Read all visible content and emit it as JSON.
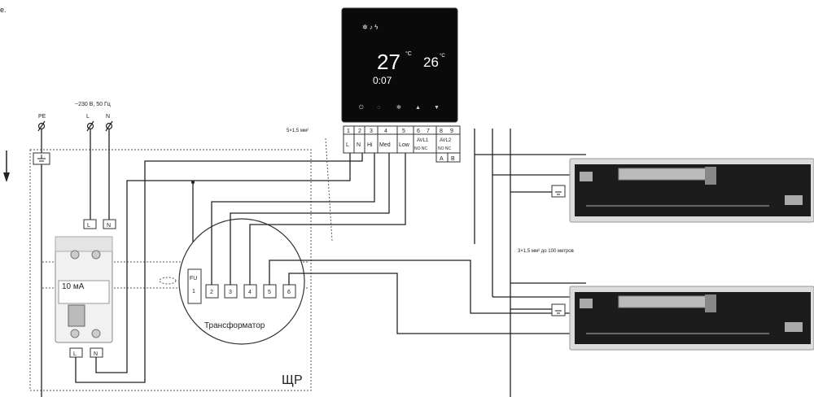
{
  "corner_text": "e.",
  "supply": {
    "voltage": "~230 В, 50 Гц",
    "pe": "PE",
    "l": "L",
    "n": "N"
  },
  "rcd": {
    "rating": "10 мА",
    "top_l": "L",
    "top_n": "N",
    "bot_l": "L",
    "bot_n": "N"
  },
  "cable1": "5×1,5 мм²",
  "cable2": "3×1,5 мм² до 100 метров",
  "panel_label": "ЩР",
  "transformer": {
    "label": "Трансформатор",
    "fu": "FU",
    "fu_num": "1",
    "terms": [
      "2",
      "3",
      "4",
      "5",
      "6"
    ]
  },
  "thermostat": {
    "mode": "✲ ♪ ϟ",
    "temp1": "27",
    "unit1": "°C",
    "temp2": "26",
    "unit2": "°C",
    "time": "0:07",
    "buttons": [
      "⏻",
      "◌",
      "✻",
      "▲",
      "▼"
    ]
  },
  "terminal": {
    "nums": [
      "1",
      "2",
      "3",
      "4",
      "5",
      "6",
      "7",
      "8",
      "9"
    ],
    "labels": [
      "L",
      "N",
      "Hi",
      "Med",
      "Low"
    ],
    "avl1": "AVL1",
    "avl2": "AVL2",
    "nonc1": "NO NC",
    "nonc2": "NO NC",
    "a": "A",
    "b": "B"
  },
  "colors": {
    "line": "#222222",
    "screen": "#0a0a0a",
    "convector": "#1c1c1c"
  }
}
